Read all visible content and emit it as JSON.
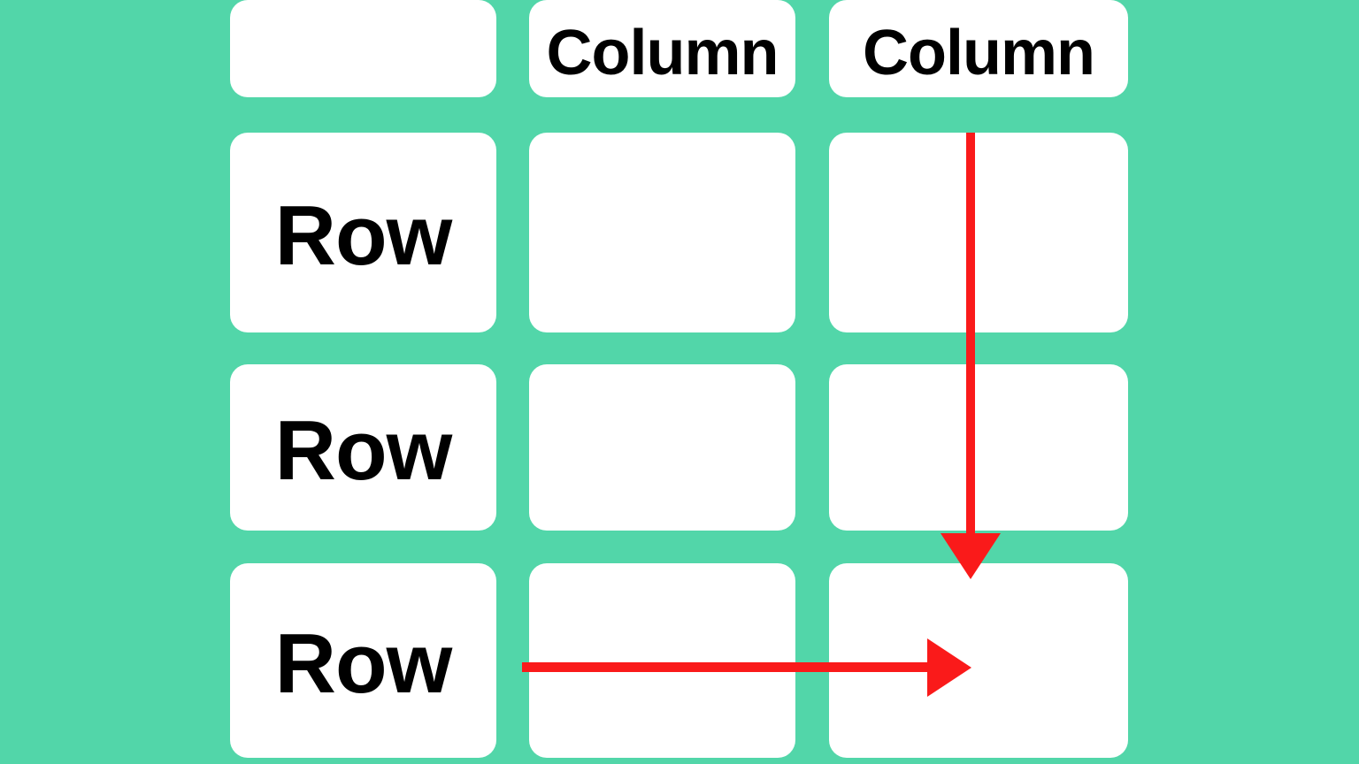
{
  "diagram": {
    "title": "table-rows-and-columns-diagram",
    "corner_label": "",
    "column_headers": [
      {
        "label": "Column"
      },
      {
        "label": "Column"
      }
    ],
    "row_labels": [
      {
        "label": "Row"
      },
      {
        "label": "Row"
      },
      {
        "label": "Row"
      }
    ],
    "arrows": [
      {
        "name": "column-direction-arrow",
        "direction": "down"
      },
      {
        "name": "row-direction-arrow",
        "direction": "right"
      }
    ]
  },
  "colors": {
    "background": "#52d6a9",
    "cell": "#ffffff",
    "text": "#000000",
    "arrow": "#fa1a1a"
  }
}
